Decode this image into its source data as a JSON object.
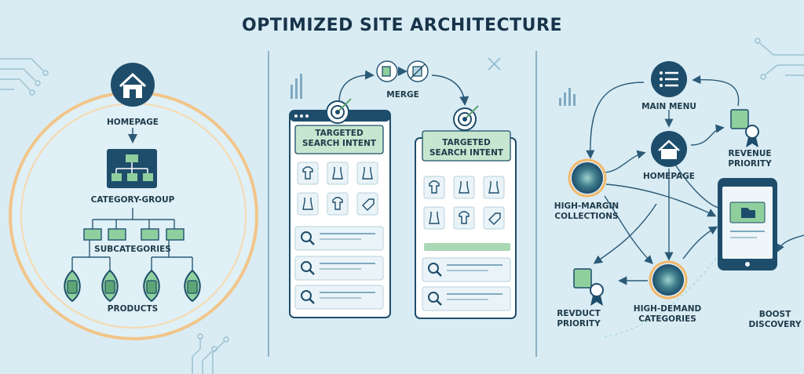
{
  "title": "OPTIMIZED SITE ARCHITECTURE",
  "left_panel": {
    "homepage": "HOMEPAGE",
    "category_group": "CATEGORY-GROUP",
    "subcategories": "SUBCATEGORIES",
    "products": "PRODUCTS"
  },
  "middle_panel": {
    "merge": "MERGE",
    "card_a_label": "TARGETED SEARCH INTENT",
    "card_b_label": "TARGETED SEARCH INTENT"
  },
  "right_panel": {
    "main_menu": "MAIN MENU",
    "homepage": "HOMEPAGE",
    "revenue_priority_1": "REVENUE",
    "revenue_priority_2": "PRIORITY",
    "high_margin_1": "HIGH-MARGIN",
    "high_margin_2": "COLLECTIONS",
    "revduct_priority_1": "REVDUCT",
    "revduct_priority_2": "PRIORITY",
    "high_demand_1": "HIGH-DEMAND",
    "high_demand_2": "CATEGORIES",
    "boost_1": "BOOST",
    "boost_2": "DISCOVERY"
  },
  "colors": {
    "navy": "#1e4d6b",
    "green": "#8fcf9e",
    "orange_ring": "#f2b86a",
    "background": "#d9ecf4",
    "card": "#ffffff"
  }
}
